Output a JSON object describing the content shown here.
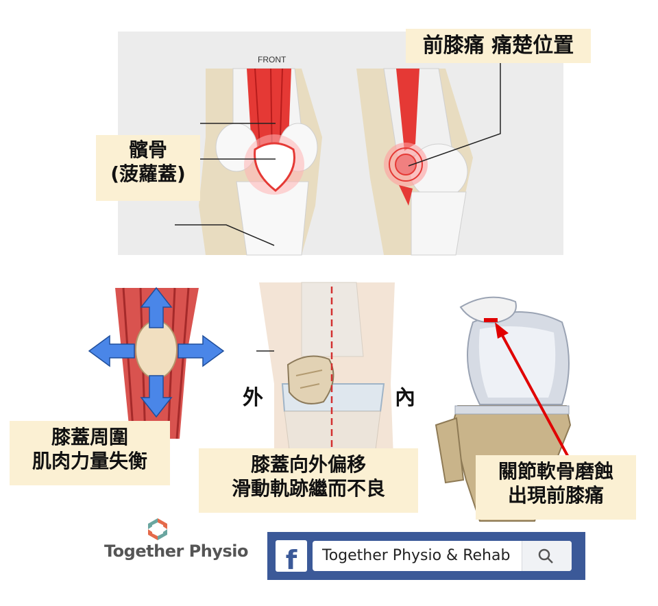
{
  "top_panel": {
    "front_label": "FRONT",
    "patella_label_line1": "髕骨",
    "patella_label_line2": "(菠蘿蓋)",
    "pain_location_label": "前膝痛 痛楚位置"
  },
  "bottom_panels": {
    "muscle_imbalance_line1": "膝蓋周圍",
    "muscle_imbalance_line2": "肌肉力量失衡",
    "outer_label": "外",
    "inner_label": "內",
    "tracking_line1": "膝蓋向外偏移",
    "tracking_line2": "滑動軌跡繼而不良",
    "cartilage_line1": "關節軟骨磨蝕",
    "cartilage_line2": "出現前膝痛"
  },
  "brand": {
    "name": "Together Physio",
    "logo_icon": "together-physio-logo-icon"
  },
  "facebook_bar": {
    "logo_icon": "facebook-f-icon",
    "page_name": "Together Physio & Rehab",
    "search_icon": "search-icon"
  },
  "colors": {
    "label_bg": "#fbf0d3",
    "facebook_blue": "#3b5998",
    "muscle_red": "#e53935",
    "arrow_blue": "#4a86e8",
    "pain_arrow_red": "#e00000"
  }
}
